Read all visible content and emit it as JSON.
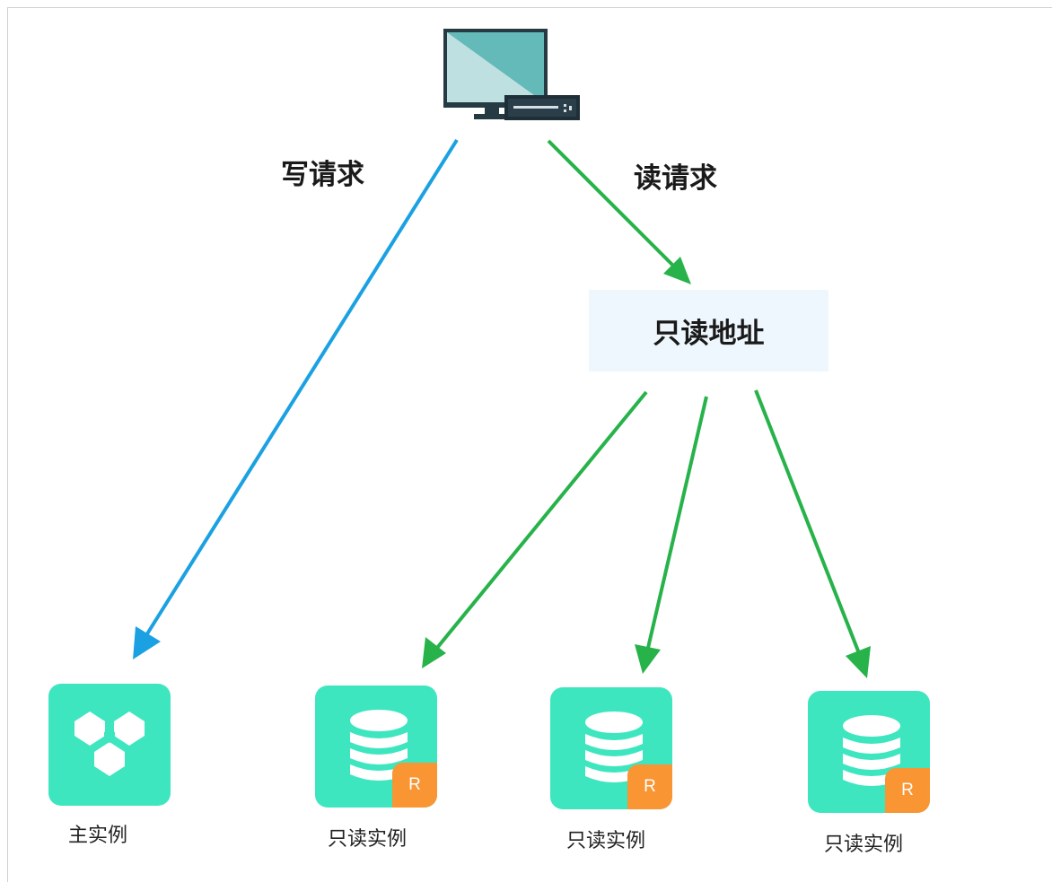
{
  "client": {
    "icon": "computer-icon"
  },
  "requests": {
    "write_label": "写请求",
    "read_label": "读请求"
  },
  "readonly_address": {
    "label": "只读地址"
  },
  "instances": {
    "primary": {
      "label": "主实例",
      "icon": "primary-instance-icon"
    },
    "readonly": [
      {
        "label": "只读实例",
        "badge": "R",
        "icon": "database-icon"
      },
      {
        "label": "只读实例",
        "badge": "R",
        "icon": "database-icon"
      },
      {
        "label": "只读实例",
        "badge": "R",
        "icon": "database-icon"
      }
    ]
  },
  "colors": {
    "write_arrow": "#1ba1e2",
    "read_arrow": "#27b24a",
    "instance_bg": "#3ee6c0",
    "badge_bg": "#fa9533",
    "address_box_bg": "#eef7fd"
  }
}
